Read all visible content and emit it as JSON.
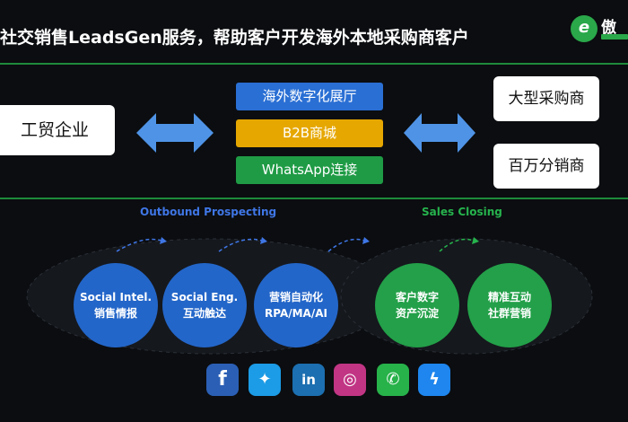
{
  "header": {
    "title": "社交销售LeadsGen服务，帮助客户开发海外本地采购商客户",
    "logo_mark": "e",
    "logo_text": "傲"
  },
  "top": {
    "left_box": "工贸企业",
    "channels": [
      "海外数字化展厅",
      "B2B商城",
      "WhatsApp连接"
    ],
    "right_boxes": [
      "大型采购商",
      "百万分销商"
    ]
  },
  "flow": {
    "outbound_label": "Outbound Prospecting",
    "sales_label": "Sales Closing",
    "circles": [
      {
        "line1": "Social Intel.",
        "line2": "销售情报"
      },
      {
        "line1": "Social Eng.",
        "line2": "互动触达"
      },
      {
        "line1": "营销自动化",
        "line2": "RPA/MA/AI"
      },
      {
        "line1": "客户数字",
        "line2": "资产沉淀"
      },
      {
        "line1": "精准互动",
        "line2": "社群营销"
      }
    ]
  },
  "social_icons": [
    {
      "name": "facebook-icon",
      "glyph": "f"
    },
    {
      "name": "twitter-icon",
      "glyph": "✦"
    },
    {
      "name": "linkedin-icon",
      "glyph": "in"
    },
    {
      "name": "instagram-icon",
      "glyph": "◎"
    },
    {
      "name": "whatsapp-icon",
      "glyph": "✆"
    },
    {
      "name": "messenger-icon",
      "glyph": "ϟ"
    }
  ],
  "colors": {
    "background": "#0b0d10",
    "green_rule": "#1e8a3b",
    "blue": "#2366c9",
    "green": "#23a049",
    "yellow": "#e6a700"
  }
}
